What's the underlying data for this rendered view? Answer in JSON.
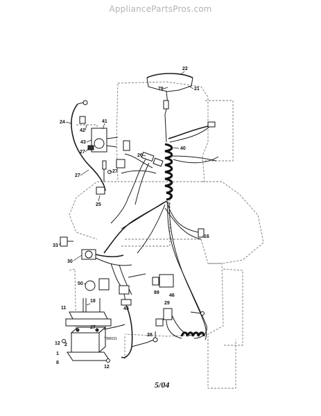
{
  "header": {
    "watermark": "AppliancePartsPros.com"
  },
  "footer": {
    "date_code": "5/04"
  },
  "diagram": {
    "figure_code": "TB8031",
    "callouts": [
      "22",
      "79",
      "21",
      "24",
      "41",
      "42",
      "43",
      "27",
      "40",
      "26",
      "27",
      "27",
      "25",
      "33",
      "16",
      "30",
      "50",
      "89",
      "46",
      "18",
      "45",
      "29",
      "11",
      "27",
      "28",
      "12",
      "2",
      "1",
      "8",
      "12"
    ]
  }
}
